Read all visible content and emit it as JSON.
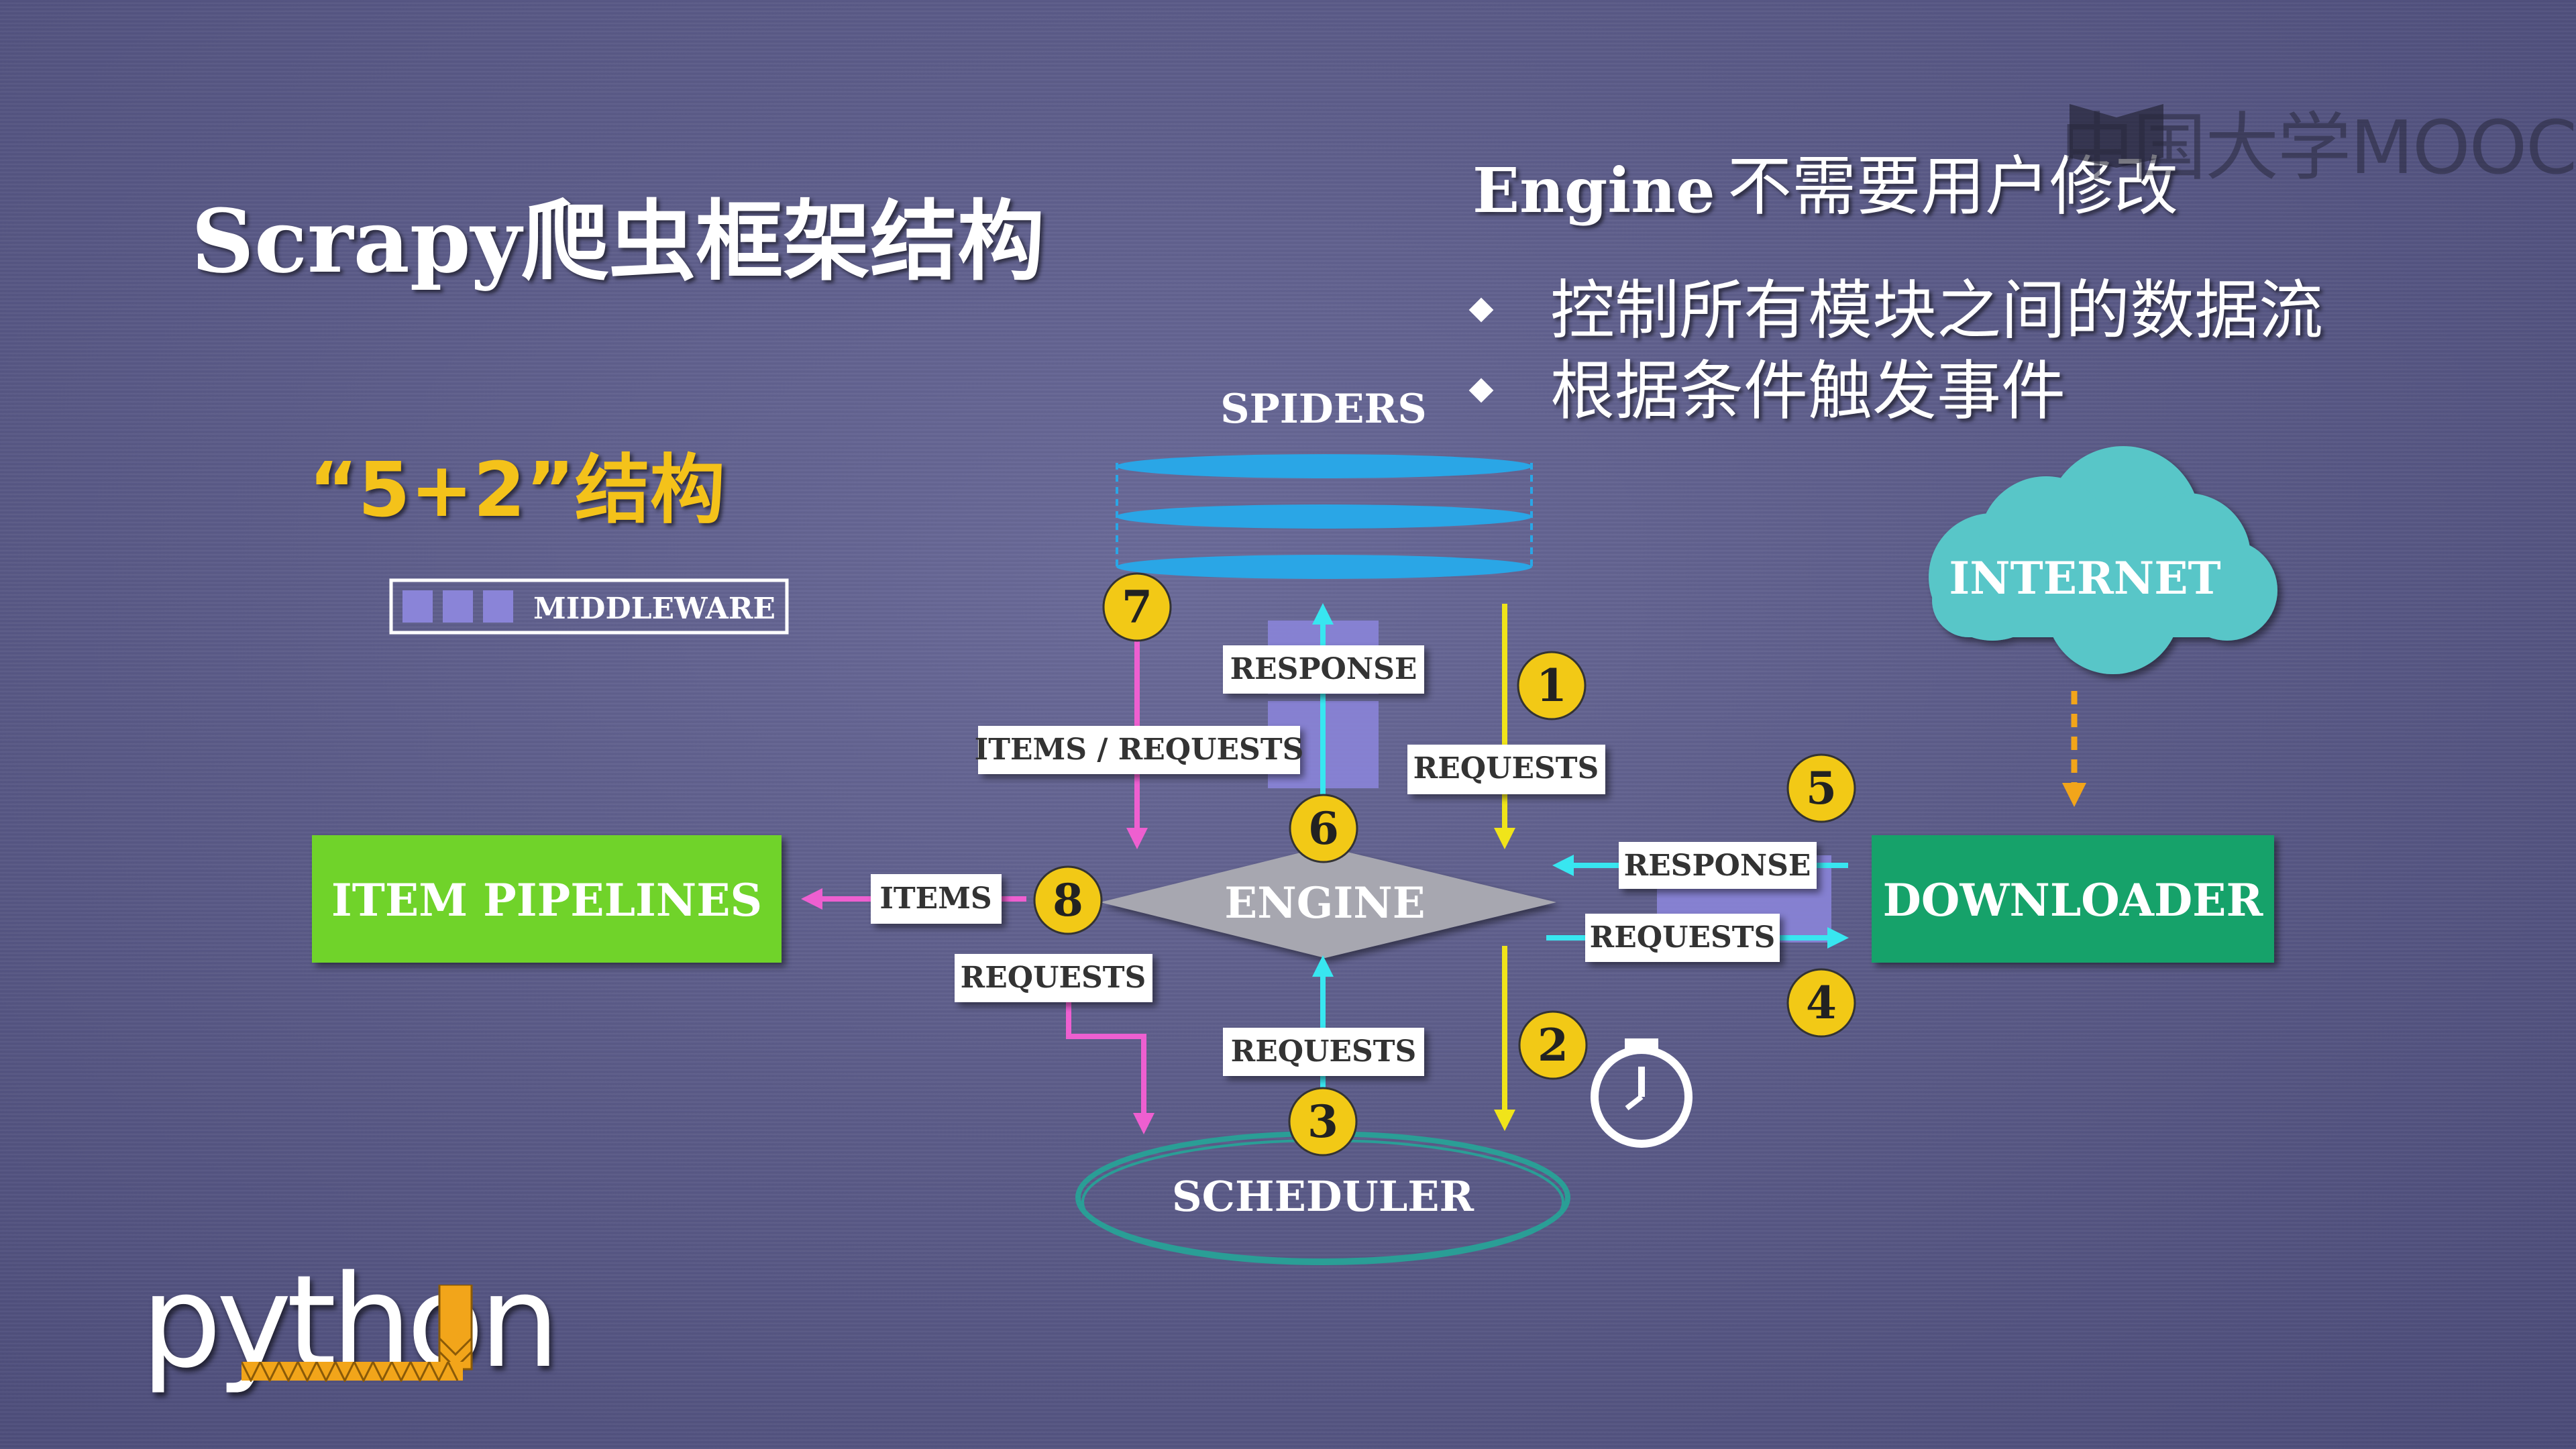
{
  "slide": {
    "title": "Scrapy爬虫框架结构",
    "subtitle": "“5+2”结构",
    "engine_heading": "Engine",
    "engine_desc": "不需要用户修改",
    "bullets": [
      "控制所有模块之间的数据流",
      "根据条件触发事件"
    ],
    "watermark": "中国大学MOOC",
    "logo_text": "python"
  },
  "diagram": {
    "legend_label": "MIDDLEWARE",
    "nodes": {
      "spiders": "SPIDERS",
      "engine": "ENGINE",
      "scheduler": "SCHEDULER",
      "downloader": "DOWNLOADER",
      "item_pipelines": "ITEM PIPELINES",
      "internet": "INTERNET"
    },
    "edge_labels": {
      "response_top": "RESPONSE",
      "items_requests": "ITEMS / REQUESTS",
      "requests_1": "REQUESTS",
      "response_right": "RESPONSE",
      "requests_4": "REQUESTS",
      "items": "ITEMS",
      "requests_8": "REQUESTS",
      "requests_3": "REQUESTS"
    },
    "steps": [
      "1",
      "2",
      "3",
      "4",
      "5",
      "6",
      "7",
      "8"
    ],
    "colors": {
      "engine": "#a7a7b0",
      "pipelines": "#6fd32a",
      "downloader": "#18a26b",
      "internet": "#58c6c8",
      "spiders": "#2aa6e6",
      "scheduler": "#2a9e96",
      "step_badge": "#f2c916",
      "arrow_yellow": "#f0e41a",
      "arrow_cyan": "#38e6f0",
      "arrow_pink": "#ee5fd0",
      "middleware": "#8a84d8"
    }
  }
}
